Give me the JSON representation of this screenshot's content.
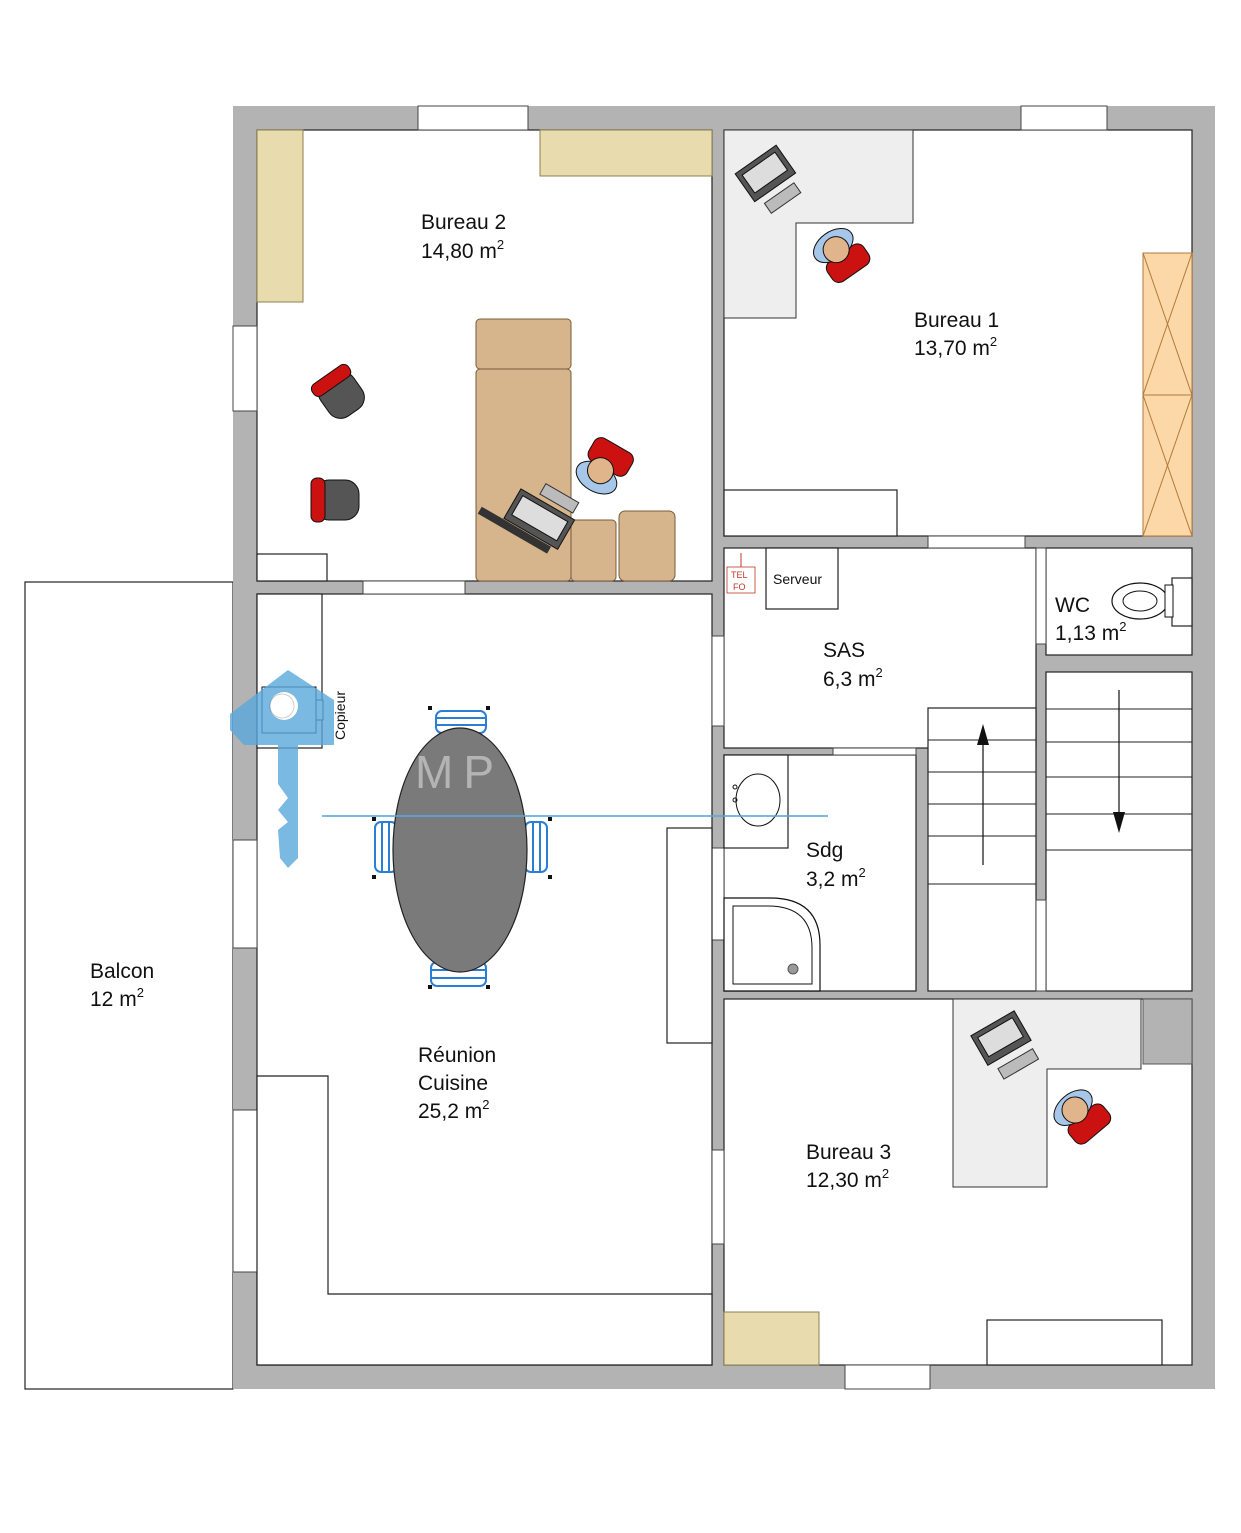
{
  "rooms": {
    "bureau2": {
      "name": "Bureau 2",
      "area": "14,80 m",
      "unit_sup": "2"
    },
    "bureau1": {
      "name": "Bureau 1",
      "area": "13,70 m",
      "unit_sup": "2"
    },
    "sas": {
      "name": "SAS",
      "area": "6,3 m",
      "unit_sup": "2"
    },
    "wc": {
      "name": "WC",
      "area": "1,13 m",
      "unit_sup": "2"
    },
    "sdg": {
      "name": "Sdg",
      "area": "3,2 m",
      "unit_sup": "2"
    },
    "reunion": {
      "line1": "Réunion",
      "line2": "Cuisine",
      "area": "25,2 m",
      "unit_sup": "2"
    },
    "balcon": {
      "name": "Balcon",
      "area": "12 m",
      "unit_sup": "2"
    },
    "bureau3": {
      "name": "Bureau 3",
      "area": "12,30 m",
      "unit_sup": "2"
    }
  },
  "equipment": {
    "serveur": "Serveur",
    "tel_line1": "TEL",
    "tel_line2": "FO",
    "copieur": "Copieur"
  },
  "watermark": {
    "text": "MP"
  },
  "colors": {
    "wall": "#b3b3b3",
    "desk": "#d6b48c",
    "shelf": "#e8dcae",
    "wardrobe": "#fcd7a8",
    "chair_red": "#cc1111",
    "chair_blue": "#2a7fd4",
    "table": "#7a7a7a",
    "watermark": "#5aa8dc"
  }
}
